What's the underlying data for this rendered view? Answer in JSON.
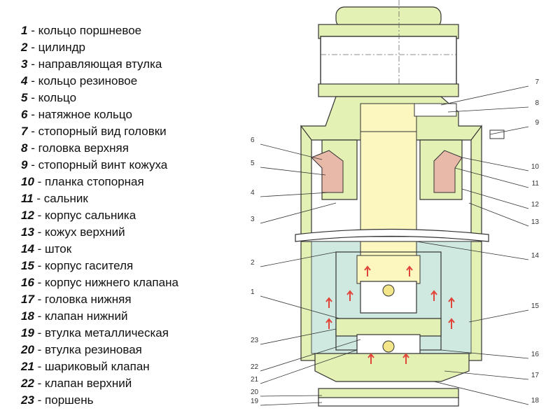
{
  "legend": [
    {
      "num": "1",
      "text": " - кольцо поршневое"
    },
    {
      "num": "2",
      "text": " - цилиндр"
    },
    {
      "num": "3",
      "text": " - направляющая втулка"
    },
    {
      "num": "4",
      "text": " - кольцо резиновое"
    },
    {
      "num": "5",
      "text": " - кольцо"
    },
    {
      "num": "6",
      "text": " - натяжное кольцо"
    },
    {
      "num": "7",
      "text": " - стопорный вид головки"
    },
    {
      "num": "8",
      "text": " - головка верхняя"
    },
    {
      "num": "9",
      "text": " - стопорный винт кожуха"
    },
    {
      "num": "10",
      "text": " - планка стопорная"
    },
    {
      "num": "11",
      "text": " - сальник"
    },
    {
      "num": "12",
      "text": " - корпус сальника"
    },
    {
      "num": "13",
      "text": " - кожух верхний"
    },
    {
      "num": "14",
      "text": " - шток"
    },
    {
      "num": "15",
      "text": " - корпус гасителя"
    },
    {
      "num": "16",
      "text": " - корпус нижнего клапана"
    },
    {
      "num": "17",
      "text": " - головка нижняя"
    },
    {
      "num": "18",
      "text": " - клапан нижний"
    },
    {
      "num": "19",
      "text": " - втулка металлическая"
    },
    {
      "num": "20",
      "text": " - втулка резиновая"
    },
    {
      "num": "21",
      "text": " - шариковый клапан"
    },
    {
      "num": "22",
      "text": " - клапан верхний"
    },
    {
      "num": "23",
      "text": " - поршень"
    }
  ],
  "callouts": {
    "left": [
      "6",
      "5",
      "4",
      "3",
      "2",
      "1",
      "23",
      "22",
      "21",
      "20",
      "19"
    ],
    "right": [
      "7",
      "8",
      "9",
      "10",
      "11",
      "12",
      "13",
      "14",
      "15",
      "16",
      "17",
      "18"
    ]
  },
  "colors": {
    "body": "#e4f1b4",
    "outline": "#333333",
    "fluid": "#cfe9e1",
    "rod": "#fbf7bf",
    "seal": "#e8b9a8",
    "arrow": "#e0453a",
    "valve": "#9aa3c9"
  }
}
